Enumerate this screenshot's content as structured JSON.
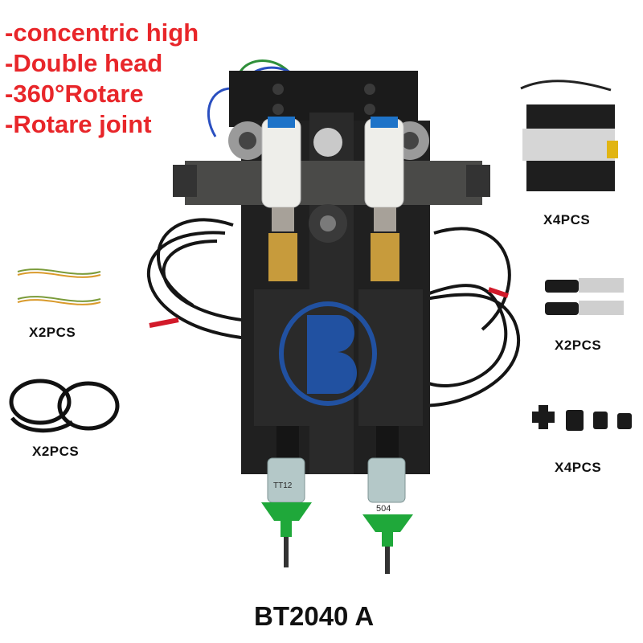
{
  "features": [
    "-concentric high",
    "-Double head",
    "-360°Rotare",
    "-Rotare joint"
  ],
  "accessories": [
    {
      "name": "solenoid-valves",
      "qty": "X4PCS"
    },
    {
      "name": "sensor-cables",
      "qty": "X2PCS"
    },
    {
      "name": "proximity-sensors",
      "qty": "X2PCS"
    },
    {
      "name": "motor-cables",
      "qty": "X2PCS"
    },
    {
      "name": "pneumatic-fittings",
      "qty": "X4PCS"
    }
  ],
  "nozzle_labels": [
    "TT12",
    "504"
  ],
  "model": "BT2040 A",
  "colors": {
    "feature_text": "#e8262a",
    "nozzle_green": "#1fa83a",
    "logo_blue": "#1f5fc9"
  }
}
